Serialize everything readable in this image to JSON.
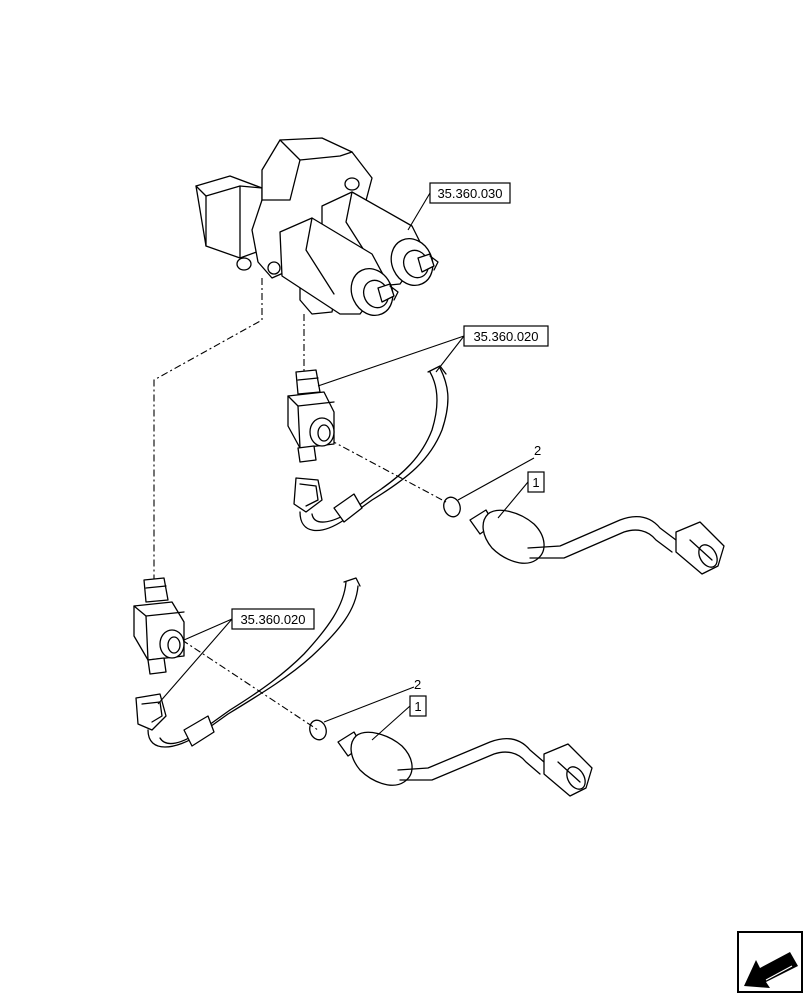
{
  "callouts": {
    "valve_block_ref": "35.360.030",
    "upper_hose_ref": "35.360.020",
    "lower_hose_ref": "35.360.020",
    "upper_oring_item": "2",
    "upper_switch_item": "1",
    "lower_oring_item": "2",
    "lower_switch_item": "1"
  },
  "nav": {
    "icon": "previous-page-arrow-icon"
  }
}
